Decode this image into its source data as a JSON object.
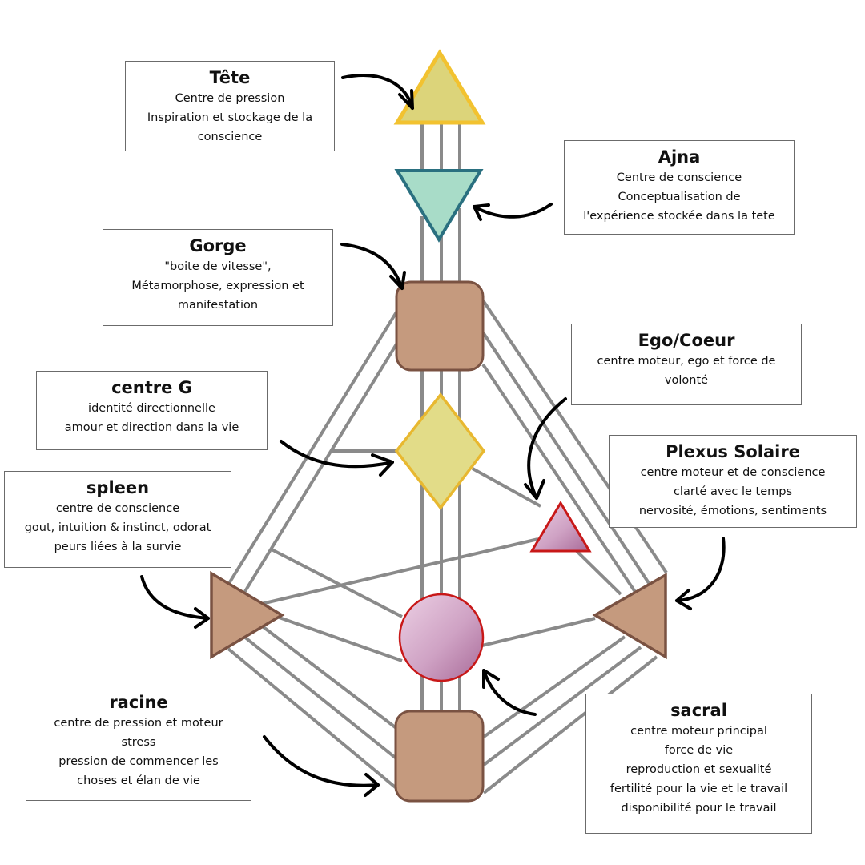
{
  "diagram": {
    "title": "Human Design Bodygraph - Centres",
    "colors": {
      "channel": "#8a8a8a",
      "head_fill": "#dcd47a",
      "head_stroke": "#f2c230",
      "ajna_fill": "#a8dcc8",
      "ajna_stroke": "#2a7080",
      "brown_fill": "#c59a7e",
      "brown_stroke": "#7a5242",
      "g_fill": "#e2dc88",
      "g_stroke": "#e8b830",
      "pink_fill": "#cfa2c4",
      "pink_stroke": "#c81818",
      "arrow": "#000000"
    },
    "centres": [
      {
        "id": "tete",
        "title": "Tête",
        "lines": [
          "Centre de pression",
          "Inspiration et stockage de la",
          "conscience"
        ]
      },
      {
        "id": "ajna",
        "title": "Ajna",
        "lines": [
          "Centre de conscience",
          "Conceptualisation de",
          "l'expérience stockée dans la tete"
        ]
      },
      {
        "id": "gorge",
        "title": "Gorge",
        "lines": [
          "\"boite de vitesse\",",
          "Métamorphose, expression et",
          "manifestation"
        ]
      },
      {
        "id": "ego",
        "title": "Ego/Coeur",
        "lines": [
          "centre moteur, ego et force de",
          "volonté"
        ]
      },
      {
        "id": "g",
        "title": "centre G",
        "lines": [
          "identité directionnelle",
          "amour et direction dans la vie"
        ]
      },
      {
        "id": "plexus",
        "title": "Plexus Solaire",
        "lines": [
          "centre moteur et de conscience",
          "clarté avec le temps",
          "nervosité, émotions, sentiments"
        ]
      },
      {
        "id": "spleen",
        "title": "spleen",
        "lines": [
          "centre de conscience",
          "gout, intuition & instinct, odorat",
          "peurs liées à la survie"
        ]
      },
      {
        "id": "racine",
        "title": "racine",
        "lines": [
          "centre de pression et moteur",
          "stress",
          "pression de commencer les",
          "choses et élan de vie"
        ]
      },
      {
        "id": "sacral",
        "title": "sacral",
        "lines": [
          "centre moteur principal",
          "force de vie",
          "reproduction et sexualité",
          "fertilité pour la vie et le travail",
          "disponibilité pour le travail"
        ]
      }
    ]
  }
}
